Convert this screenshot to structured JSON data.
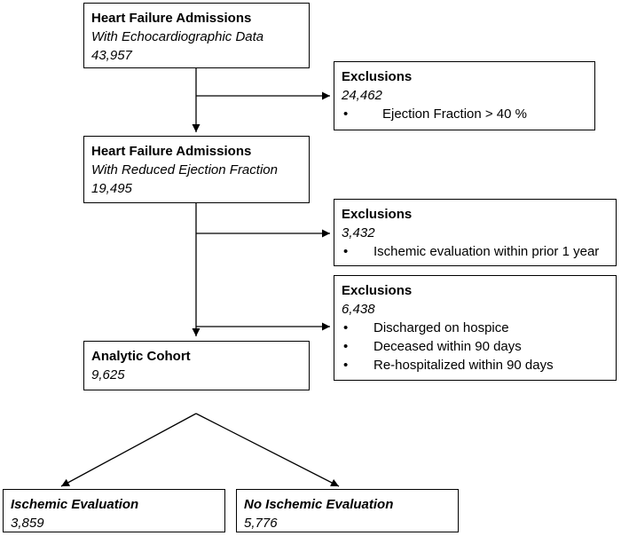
{
  "boxes": {
    "hf_echo": {
      "title": "Heart Failure Admissions",
      "subtitle": "With Echocardiographic Data",
      "count": "43,957"
    },
    "exclusion_1": {
      "title": "Exclusions",
      "count": "24,462",
      "reasons": [
        "Ejection Fraction > 40 %"
      ]
    },
    "hf_ref": {
      "title": "Heart Failure Admissions",
      "subtitle": "With Reduced Ejection Fraction",
      "count": "19,495"
    },
    "exclusion_2": {
      "title": "Exclusions",
      "count": "3,432",
      "reasons": [
        "Ischemic evaluation within prior 1 year"
      ]
    },
    "exclusion_3": {
      "title": "Exclusions",
      "count": "6,438",
      "reasons": [
        "Discharged on hospice",
        "Deceased within 90 days",
        "Re-hospitalized within 90 days"
      ]
    },
    "analytic_cohort": {
      "title": "Analytic Cohort",
      "count": "9,625"
    },
    "ischemic_eval": {
      "title": "Ischemic Evaluation",
      "count": "3,859"
    },
    "no_ischemic_eval": {
      "title": "No Ischemic Evaluation",
      "count": "5,776"
    }
  },
  "bullet_glyph": "•"
}
